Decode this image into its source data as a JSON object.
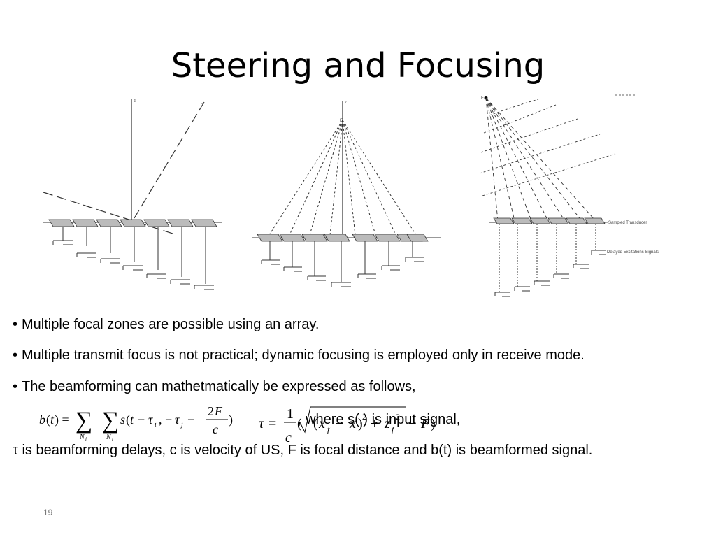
{
  "slide": {
    "title": "Steering and Focusing",
    "page_number": "19"
  },
  "figure": {
    "labels": {
      "z_left": "z",
      "z_prime": "z'",
      "f_center": "F",
      "f_right": "F",
      "sampled_transducer": "Sampled Transducer",
      "delayed_excitations": "Delayed Excitations Signals"
    }
  },
  "bullets": [
    {
      "marker": "•",
      "text": "Multiple focal zones are possible using an array."
    },
    {
      "marker": "•",
      "text": "Multiple transmit focus is not practical; dynamic focusing is employed only in receive mode."
    },
    {
      "marker": "•",
      "text": "The beamforming can mathetmatically be expressed  as follows,"
    }
  ],
  "equation_note": ", where s(.) is input signal,",
  "definitions": "τ is beamforming delays, c is velocity of US, F is focal distance and b(t) is beamformed signal."
}
